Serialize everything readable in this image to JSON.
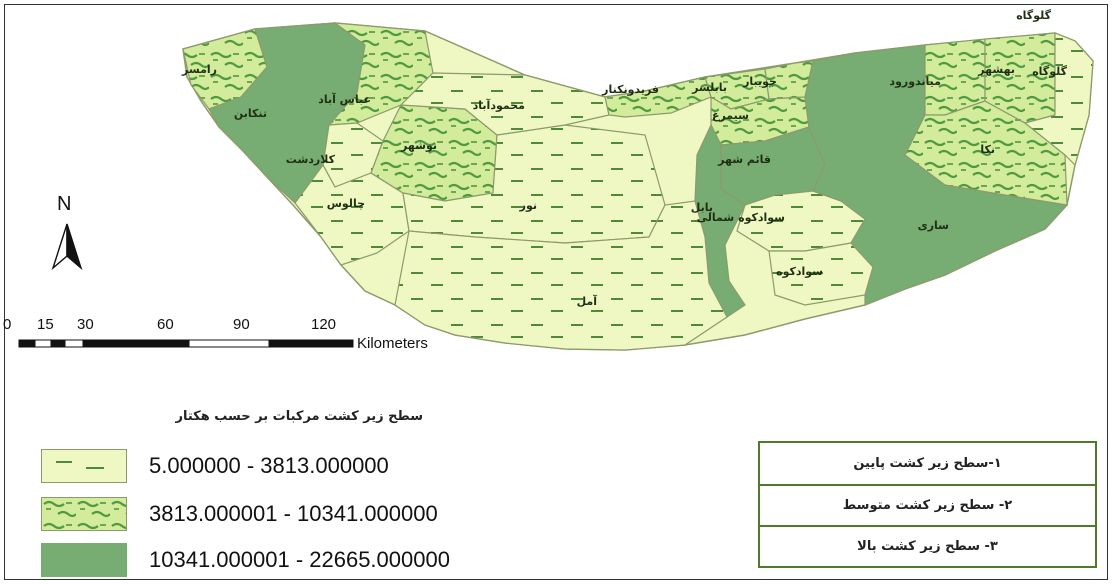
{
  "colors": {
    "low": "#eff8c2",
    "medium": "#d2ec9c",
    "high": "#77ad72",
    "border": "#8c9a6c"
  },
  "map": {
    "regions": [
      {
        "name": "رامسر",
        "class": "medium"
      },
      {
        "name": "تنکابن",
        "class": "high"
      },
      {
        "name": "عباس آباد",
        "class": "medium"
      },
      {
        "name": "کلاردشت",
        "class": "low"
      },
      {
        "name": "چالوس",
        "class": "low"
      },
      {
        "name": "نوشهر",
        "class": "medium"
      },
      {
        "name": "نور",
        "class": "low"
      },
      {
        "name": "محمودآباد",
        "class": "low"
      },
      {
        "name": "فریدونکنار",
        "class": "medium"
      },
      {
        "name": "بابلسر",
        "class": "medium"
      },
      {
        "name": "جویبار",
        "class": "medium"
      },
      {
        "name": "سیمرغ",
        "class": "medium"
      },
      {
        "name": "قائم شهر",
        "class": "high"
      },
      {
        "name": "بابل",
        "class": "high"
      },
      {
        "name": "سوادکوه شمالی",
        "class": "low"
      },
      {
        "name": "سوادکوه",
        "class": "low"
      },
      {
        "name": "آمل",
        "class": "low"
      },
      {
        "name": "ساری",
        "class": "high"
      },
      {
        "name": "میاندورود",
        "class": "medium"
      },
      {
        "name": "نکا",
        "class": "medium"
      },
      {
        "name": "بهشهر",
        "class": "medium"
      },
      {
        "name": "گلوگاه",
        "class": "low"
      }
    ],
    "extra_labels": [
      "گلوگاه"
    ]
  },
  "north_arrow": {
    "letter": "N"
  },
  "scale_bar": {
    "ticks": [
      "0",
      "15",
      "30",
      "60",
      "90",
      "120"
    ],
    "unit": "Kilometers"
  },
  "legend": {
    "title": "سطح زیر کشت مرکبات بر حسب هکتار",
    "items": [
      {
        "range": "5.000000 - 3813.000000",
        "class": "low"
      },
      {
        "range": "3813.000001 - 10341.000000",
        "class": "medium"
      },
      {
        "range": "10341.000001 - 22665.000000",
        "class": "high"
      }
    ]
  },
  "classes": [
    "۱-سطح زیر کشت پایین",
    "۲- سطح زیر کشت متوسط",
    "۳- سطح زیر کشت بالا"
  ]
}
